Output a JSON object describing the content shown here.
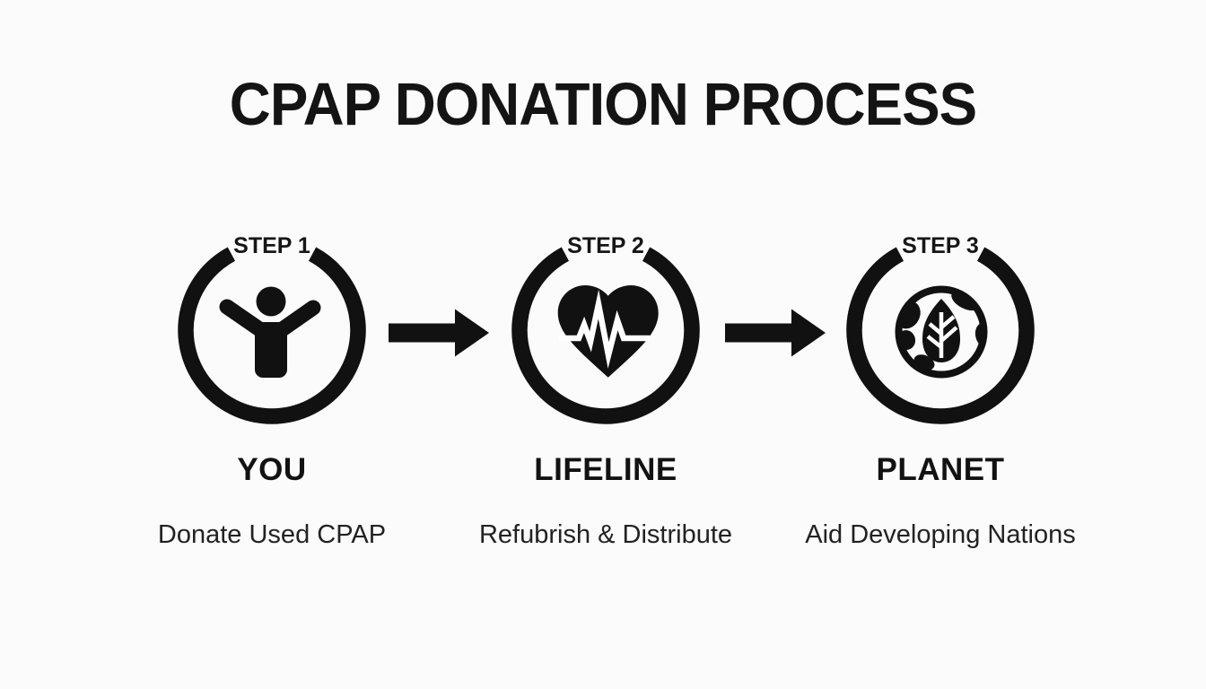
{
  "title": "CPAP DONATION PROCESS",
  "colors": {
    "background": "#fbfbfb",
    "foreground": "#141414",
    "icon_fill": "#111111"
  },
  "steps": [
    {
      "step_label": "STEP 1",
      "icon": "person-arms-raised-icon",
      "name": "YOU",
      "description": "Donate Used CPAP"
    },
    {
      "step_label": "STEP 2",
      "icon": "heart-pulse-icon",
      "name": "LIFELINE",
      "description": "Refubrish & Distribute"
    },
    {
      "step_label": "STEP 3",
      "icon": "globe-leaf-icon",
      "name": "PLANET",
      "description": "Aid Developing Nations"
    }
  ],
  "connectors": [
    {
      "type": "arrow-right"
    },
    {
      "type": "arrow-right"
    }
  ]
}
